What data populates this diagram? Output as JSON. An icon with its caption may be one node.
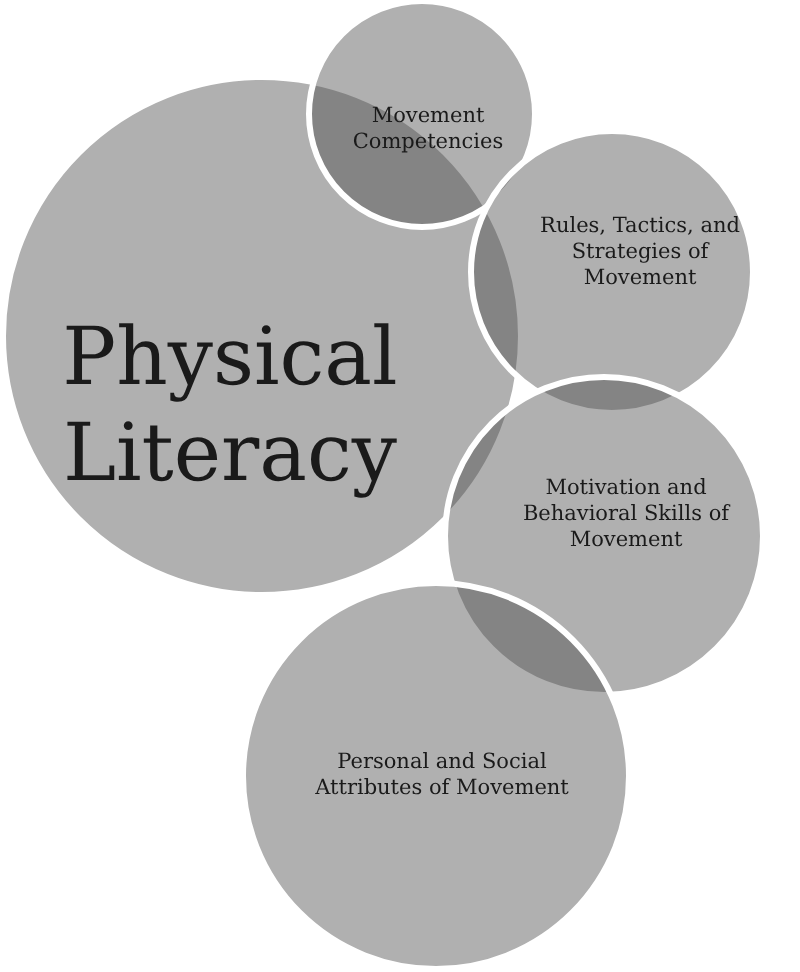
{
  "diagram": {
    "nodes": [
      {
        "text": [
          "Physical Literacy"
        ]
      },
      {
        "text": [
          "Movement Competencies"
        ]
      },
      {
        "text": [
          "Rules, Tactics, and Strategies of Movement"
        ]
      },
      {
        "text": [
          "Motivation and Behavioral Skills of Movement"
        ]
      },
      {
        "text": [
          "Personal and Social Attributes of Movement"
        ]
      }
    ]
  }
}
